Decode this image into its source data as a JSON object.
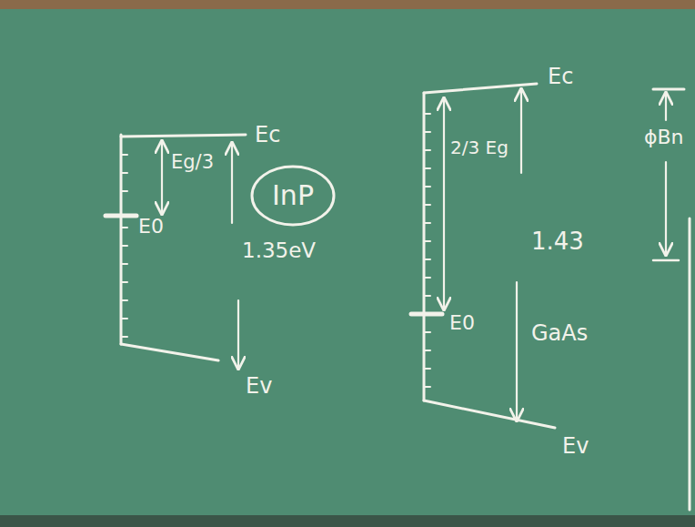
{
  "diagram": {
    "nodes": [
      {
        "text": [
          "InP"
        ]
      }
    ],
    "labels": [
      "Ec",
      "Eg/3",
      "E0",
      "1.35eV",
      "Ev",
      "2/3 Eg",
      "1.43",
      "E0",
      "GaAs",
      "Ec",
      "Ev",
      "ϕBn"
    ]
  }
}
